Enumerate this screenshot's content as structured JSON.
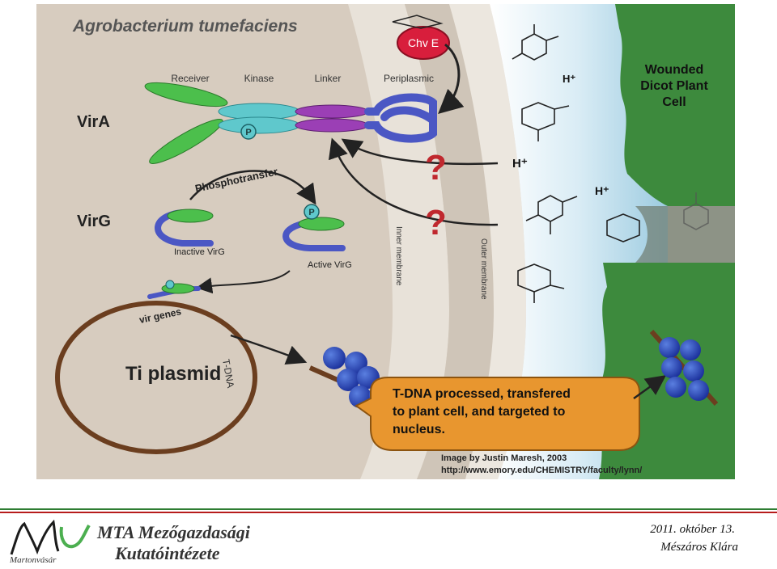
{
  "figure": {
    "title": "Agrobacterium tumefaciens",
    "chv_e": "Chv E",
    "plant_cell": [
      "Wounded",
      "Dicot Plant",
      "Cell"
    ],
    "vira": "VirA",
    "virg": "VirG",
    "domains": [
      "Receiver",
      "Kinase",
      "Linker",
      "Periplasmic"
    ],
    "phosphotransfer": "Phosphotransfer",
    "phospho": "P",
    "inactive_virg": "Inactive VirG",
    "active_virg": "Active VirG",
    "vir_genes": "vir genes",
    "ti_plasmid": "Ti plasmid",
    "t_dna": "T-DNA",
    "inner_membrane": "Inner membrane",
    "outer_membrane": "Outer membrane",
    "h_plus": "H⁺",
    "question": "?",
    "callout": [
      "T-DNA processed, transfered",
      "to plant cell, and targeted to",
      "nucleus."
    ],
    "credit_1": "Image by Justin Maresh, 2003",
    "credit_2": "http://www.emory.edu/CHEMISTRY/faculty/lynn/",
    "colors": {
      "background": "#d7ccbf",
      "membrane": "#e3ddd4",
      "plant": "#3d8a3d",
      "callout": "#e8962f",
      "chv_e": "#d81e3c"
    }
  },
  "footer": {
    "org_line1": "MTA Mezőgazdasági",
    "org_line2": "Kutatóintézete",
    "logo_text": "Martonvásár",
    "date": "2011. október 13.",
    "author": "Mészáros Klára"
  }
}
